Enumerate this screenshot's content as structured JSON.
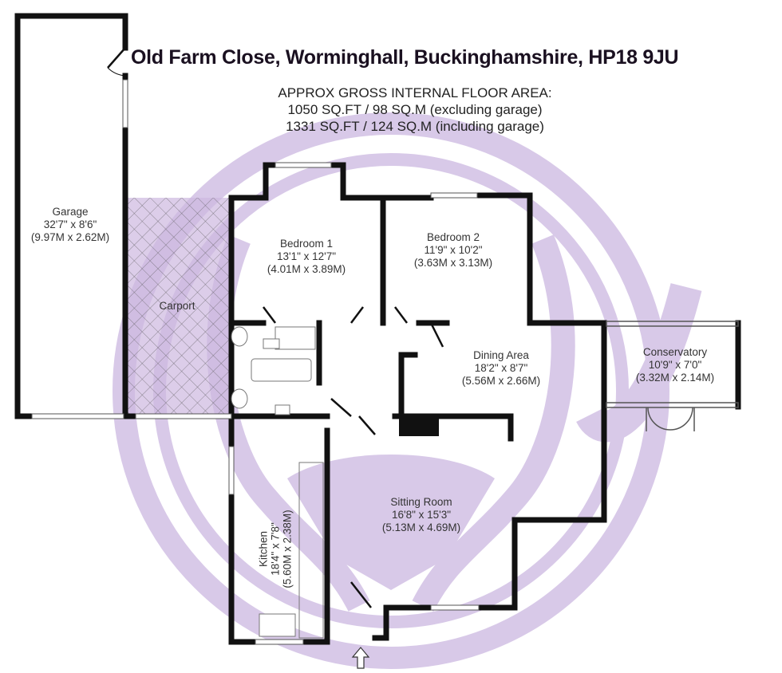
{
  "header": {
    "title": "Old Farm Close, Worminghall, Buckinghamshire, HP18 9JU",
    "area_heading": "APPROX GROSS INTERNAL FLOOR AREA:",
    "area_excluding": "1050 SQ.FT / 98 SQ.M (excluding garage)",
    "area_including": "1331 SQ.FT / 124 SQ.M (including garage)"
  },
  "rooms": {
    "garage": {
      "name": "Garage",
      "imperial": "32'7\" x 8'6\"",
      "metric": "(9.97M x 2.62M)"
    },
    "carport": {
      "name": "Carport"
    },
    "bedroom1": {
      "name": "Bedroom 1",
      "imperial": "13'1\" x 12'7\"",
      "metric": "(4.01M x 3.89M)"
    },
    "bedroom2": {
      "name": "Bedroom 2",
      "imperial": "11'9\" x 10'2\"",
      "metric": "(3.63M x 3.13M)"
    },
    "dining": {
      "name": "Dining Area",
      "imperial": "18'2\" x 8'7\"",
      "metric": "(5.56M x 2.66M)"
    },
    "conservatory": {
      "name": "Conservatory",
      "imperial": "10'9\" x 7'0\"",
      "metric": "(3.32M x 2.14M)"
    },
    "sitting": {
      "name": "Sitting Room",
      "imperial": "16'8\" x 15'3\"",
      "metric": "(5.13M x 4.69M)"
    },
    "kitchen": {
      "name": "Kitchen",
      "imperial": "18'4\" x 7'8\"",
      "metric": "(5.60M x 2.38M)"
    }
  },
  "colors": {
    "wall": "#111111",
    "watermark": "#c9b3dd",
    "hatch": "#b89ccf"
  },
  "icons": {
    "entrance": "entrance-arrow-icon",
    "watermark": "lion-circle-watermark"
  }
}
